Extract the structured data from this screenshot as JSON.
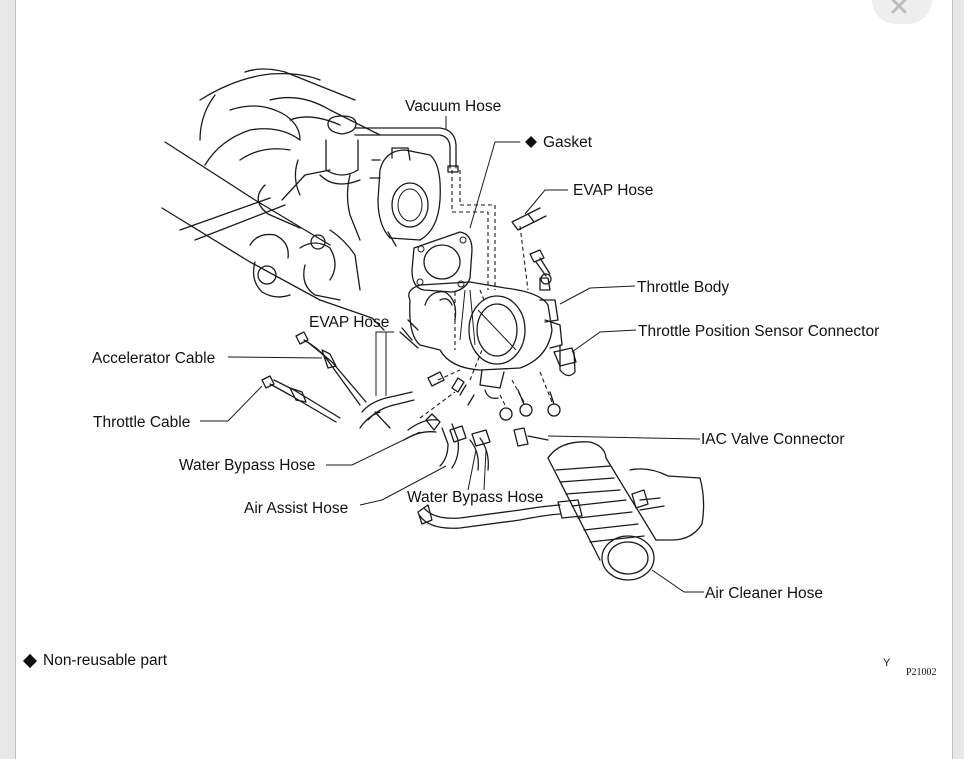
{
  "window": {
    "close_icon": "close-icon"
  },
  "labels": {
    "vacuum_hose": "Vacuum Hose",
    "gasket": "Gasket",
    "evap_hose_top": "EVAP Hose",
    "throttle_body": "Throttle Body",
    "tps_connector": "Throttle Position Sensor Connector",
    "evap_hose_left": "EVAP Hose",
    "accelerator_cable": "Accelerator Cable",
    "throttle_cable": "Throttle Cable",
    "iac_connector": "IAC Valve Connector",
    "water_bypass_hose_left": "Water Bypass Hose",
    "water_bypass_hose_bottom": "Water Bypass Hose",
    "air_assist_hose": "Air Assist Hose",
    "air_cleaner_hose": "Air Cleaner Hose"
  },
  "legend": {
    "text": "Non-reusable part",
    "symbol": "diamond"
  },
  "corner_marks": {
    "y": "Y",
    "code": "P21002"
  }
}
